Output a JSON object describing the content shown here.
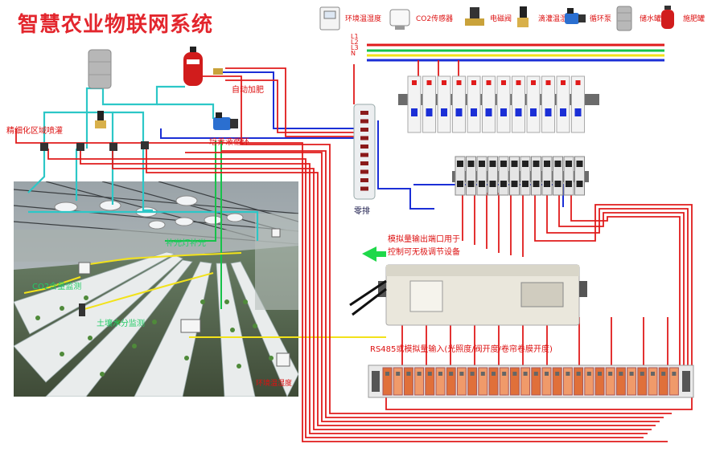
{
  "title": "智慧农业物联网系统",
  "legend": [
    {
      "label": "环境温湿度",
      "icon": "sensor-box-icon"
    },
    {
      "label": "CO2传感器",
      "icon": "co2-sensor-icon"
    },
    {
      "label": "电磁阀",
      "icon": "solenoid-valve-icon"
    },
    {
      "label": "滴灌温湿度",
      "icon": "drip-sensor-icon"
    },
    {
      "label": "循环泵",
      "icon": "pump-icon"
    },
    {
      "label": "储水罐",
      "icon": "water-tank-icon"
    },
    {
      "label": "施肥罐",
      "icon": "fertilizer-tank-icon"
    }
  ],
  "power_lines": [
    "L1",
    "L2",
    "L3",
    "N"
  ],
  "labels": {
    "auto_fertilize": "自动加肥",
    "nutrient_circulation": "培养液循环",
    "precision_irrigation": "精细化区域喷灌",
    "neutral_bar": "零排",
    "supplement_light": "补光灯补光",
    "co2_monitor": "CO2含量监测",
    "soil_moisture": "土壤水分监测",
    "env_temp_humidity": "环境温湿度",
    "analog_output": "模拟量输出端口用于",
    "analog_output_2": "控制可无极调节设备",
    "rs485_input": "RS485或模拟量输入(光照度/阀开度/卷帘卷膜开度)"
  },
  "colors": {
    "title": "#e3262d",
    "wire_red": "#e01b1b",
    "wire_blue": "#1b2fd6",
    "wire_green": "#17c24a",
    "wire_yellow": "#f2e21a",
    "wire_cyan": "#2cc7c7",
    "breaker_white": "#f3f3f3",
    "plc_body": "#eae7dc"
  },
  "breakers": {
    "count": 12
  },
  "relays": {
    "count": 12
  },
  "terminals": {
    "count": 28
  }
}
